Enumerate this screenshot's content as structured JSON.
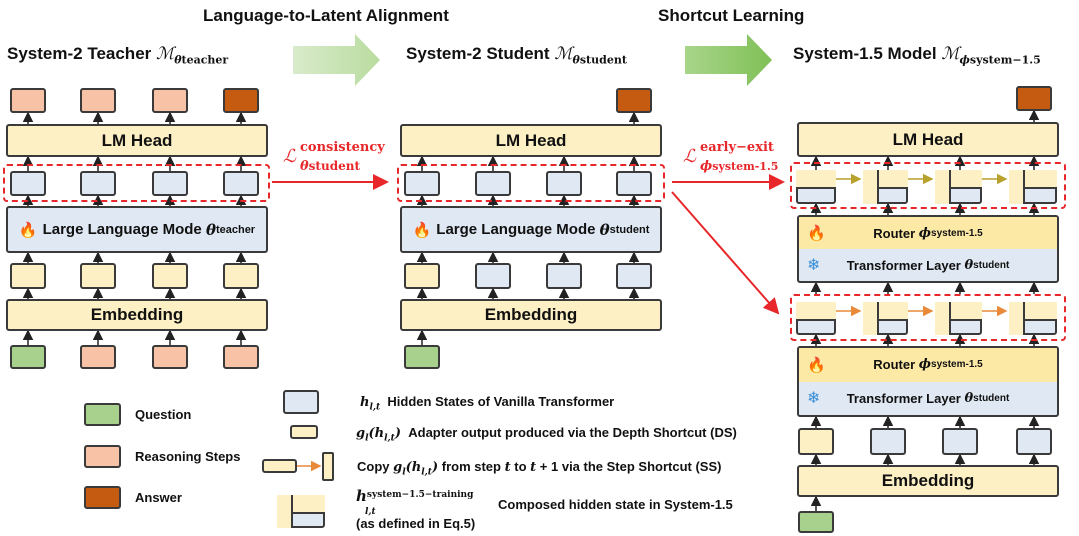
{
  "headings": {
    "alignment": "Language-to-Latent Alignment",
    "shortcut": "Shortcut Learning"
  },
  "columns": {
    "teacher": {
      "title": "System-2 Teacher",
      "symbol": "ℳ",
      "theta": "θ",
      "sub": "teacher"
    },
    "student": {
      "title": "System-2 Student",
      "symbol": "ℳ",
      "theta": "θ",
      "sub": "student"
    },
    "system15": {
      "title": "System-1.5 Model",
      "symbol": "ℳ",
      "phi": "ϕ",
      "sub": "system−1.5"
    }
  },
  "blocks": {
    "lm_head": "LM Head",
    "embedding": "Embedding",
    "llm_teacher": "Large Language Mode",
    "llm_student": "Large Language Mode",
    "theta": "θ",
    "teacher_sub": "teacher",
    "student_sub": "student",
    "router": "Router",
    "phi": "ϕ",
    "router_sub": "system-1.5",
    "transformer_layer": "Transformer Layer",
    "tl_sub": "student"
  },
  "losses": {
    "consistency": {
      "L": "ℒ",
      "sup": "consistency",
      "sub_sym": "θ",
      "sub_txt": "student"
    },
    "early_exit": {
      "L": "ℒ",
      "sup": "early−exit",
      "sub_sym": "ϕ",
      "sub_txt": "system-1.5"
    }
  },
  "legend": {
    "question": "Question",
    "reasoning": "Reasoning Steps",
    "answer": "Answer",
    "hidden_sym": "h",
    "hidden_sub": "l,t",
    "hidden_txt": "Hidden States of Vanilla Transformer",
    "adapter_sym": "g",
    "adapter_arg": "(h",
    "adapter_txt": "Adapter output produced via the Depth Shortcut (DS)",
    "copy_txt_a": "Copy",
    "copy_txt_b": "from step",
    "copy_txt_c": "to",
    "copy_txt_d": "via the Step Shortcut (SS)",
    "composed_sup": "system−1.5−training",
    "composed_txt": "Composed hidden state in System-1.5",
    "composed_note": "(as defined in Eq.5)"
  },
  "colors": {
    "cream": "#fdf0c4",
    "blue": "#dfe8f3",
    "green": "#a9d18e",
    "salmon": "#f7c2a5",
    "brown": "#c55a11",
    "red": "#e8272a",
    "arrow_green": "#b9dc9f"
  }
}
